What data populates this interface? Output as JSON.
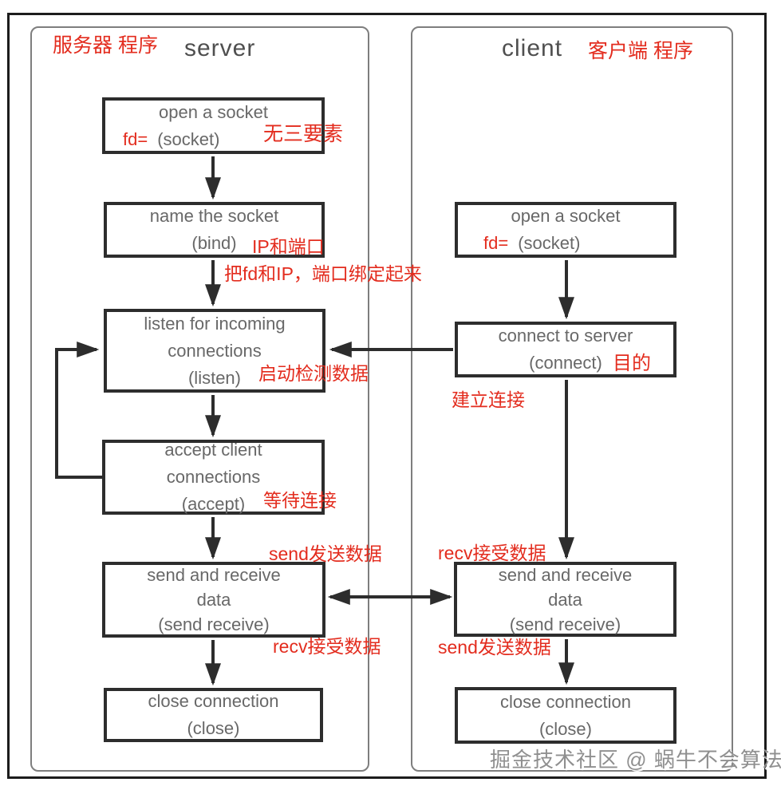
{
  "colors": {
    "annotation_red": "#e32c1e",
    "box_border": "#2d2d2d",
    "box_text": "#686868",
    "panel_border": "#7e7e7e"
  },
  "server": {
    "title": "server",
    "label": "服务器 程序",
    "open": {
      "l1": "open a socket",
      "fd": "fd=",
      "l2": "(socket)",
      "note": "无三要素"
    },
    "name": {
      "l1": "name the socket",
      "l2": "(bind)",
      "note": "IP和端口"
    },
    "bind_note": "把fd和IP，端口绑定起来",
    "listen": {
      "l1": "listen for incoming",
      "l2": "connections",
      "l3": "(listen)",
      "note": "启动检测数据"
    },
    "accept": {
      "l1": "accept client",
      "l2": "connections",
      "l3": "(accept)",
      "note": "等待连接"
    },
    "send": {
      "l1": "send and receive",
      "l2": "data",
      "l3": "(send receive)",
      "note_top": "send发送数据",
      "note_bottom": "recv接受数据"
    },
    "close": {
      "l1": "close connection",
      "l2": "(close)"
    }
  },
  "client": {
    "title": "client",
    "label": "客户端 程序",
    "open": {
      "l1": "open a socket",
      "fd": "fd=",
      "l2": "(socket)"
    },
    "connect": {
      "l1": "connect to server",
      "l2": "(connect)",
      "note": "目的"
    },
    "connect_note": "建立连接",
    "send": {
      "l1": "send and receive",
      "l2": "data",
      "l3": "(send receive)",
      "note_top": "recv接受数据",
      "note_bottom": "send发送数据"
    },
    "close": {
      "l1": "close connection",
      "l2": "(close)"
    }
  },
  "watermark": "掘金技术社区 @ 蜗牛不会算法"
}
